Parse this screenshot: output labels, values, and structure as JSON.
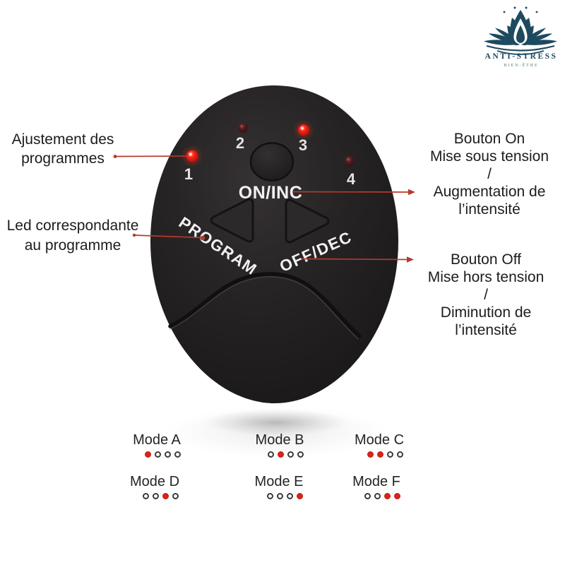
{
  "logo": {
    "brand": "ANTI-STRESS",
    "tagline": "BIEN-ÊTRE"
  },
  "annotations": {
    "left_top": {
      "lines": [
        "Ajustement des",
        "programmes"
      ]
    },
    "left_mid": {
      "lines": [
        "Led correspondante",
        "au programme"
      ]
    },
    "right_top": {
      "lines": [
        "Bouton On",
        "Mise sous tension",
        "/",
        "Augmentation de",
        "l’intensité"
      ]
    },
    "right_bottom": {
      "lines": [
        "Bouton Off",
        "Mise hors tension",
        "/",
        "Diminution de",
        "l’intensité"
      ]
    }
  },
  "device": {
    "labels": {
      "on_inc": "ON/INC",
      "program": "PROGRAM",
      "off_dec": "OFF/DEC"
    },
    "leds": [
      {
        "number": "1",
        "state": "on"
      },
      {
        "number": "2",
        "state": "off"
      },
      {
        "number": "3",
        "state": "on"
      },
      {
        "number": "4",
        "state": "off"
      }
    ]
  },
  "modes": [
    {
      "label": "Mode A",
      "pattern": [
        "on",
        "off",
        "off",
        "off"
      ]
    },
    {
      "label": "Mode B",
      "pattern": [
        "off",
        "on",
        "off",
        "off"
      ]
    },
    {
      "label": "Mode C",
      "pattern": [
        "on",
        "on",
        "off",
        "off"
      ]
    },
    {
      "label": "Mode D",
      "pattern": [
        "off",
        "off",
        "on",
        "off"
      ]
    },
    {
      "label": "Mode E",
      "pattern": [
        "off",
        "off",
        "off",
        "on"
      ]
    },
    {
      "label": "Mode F",
      "pattern": [
        "off",
        "off",
        "on",
        "on"
      ]
    }
  ],
  "colors": {
    "annotation_red": "#b5392c",
    "led_red": "#f21d10",
    "mode_dot_red": "#d8281c",
    "logo_teal": "#1d4a5f",
    "device_black": "#232021",
    "text_black": "#1c1c1c"
  }
}
